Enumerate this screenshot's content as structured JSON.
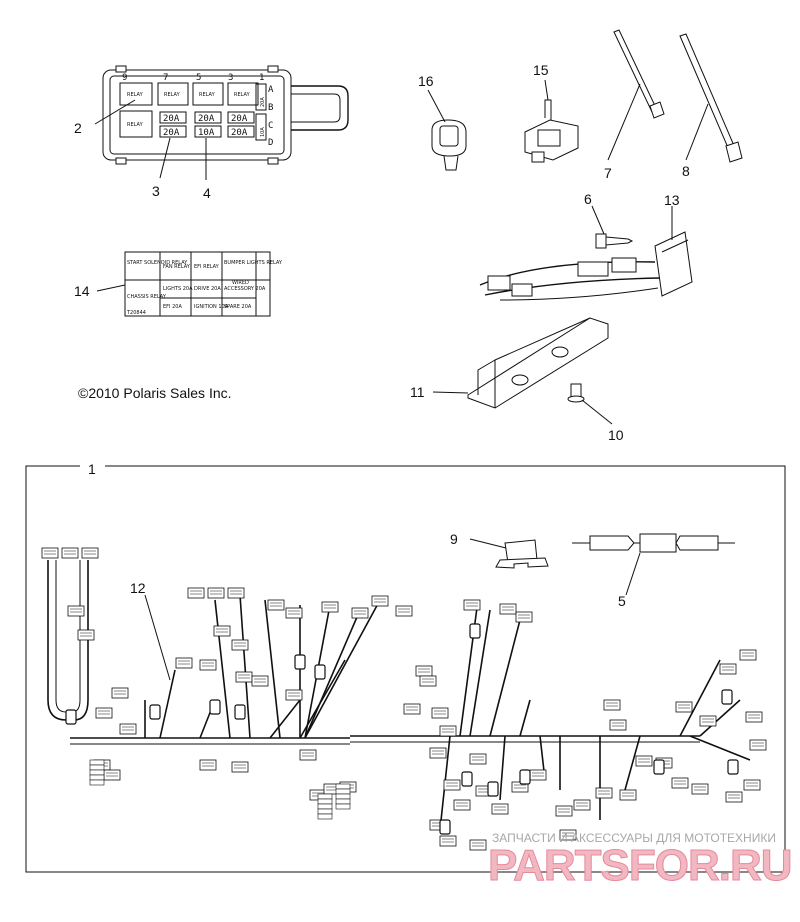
{
  "copyright": "©2010 Polaris Sales Inc.",
  "callouts": [
    {
      "id": "c1",
      "label": "1"
    },
    {
      "id": "c2",
      "label": "2"
    },
    {
      "id": "c3",
      "label": "3"
    },
    {
      "id": "c4",
      "label": "4"
    },
    {
      "id": "c5",
      "label": "5"
    },
    {
      "id": "c6",
      "label": "6"
    },
    {
      "id": "c7",
      "label": "7"
    },
    {
      "id": "c8",
      "label": "8"
    },
    {
      "id": "c9",
      "label": "9"
    },
    {
      "id": "c10",
      "label": "10"
    },
    {
      "id": "c11",
      "label": "11"
    },
    {
      "id": "c12",
      "label": "12"
    },
    {
      "id": "c13",
      "label": "13"
    },
    {
      "id": "c14",
      "label": "14"
    },
    {
      "id": "c15",
      "label": "15"
    },
    {
      "id": "c16",
      "label": "16"
    }
  ],
  "fuse_box": {
    "column_numbers": [
      "9",
      "7",
      "5",
      "3",
      "1"
    ],
    "row_letters": [
      "A",
      "B",
      "C",
      "D"
    ],
    "relay_label": "RELAY",
    "fuse_ratings": [
      "20A",
      "20A",
      "20A",
      "20A",
      "10A",
      "20A"
    ],
    "side_ratings": [
      "20A",
      "10A"
    ]
  },
  "decal": {
    "start_solenoid": "START SOLENOID RELAY",
    "fan_relay": "FAN RELAY",
    "efi_relay": "EFI RELAY",
    "bumper_lights": "BUMPER LIGHTS RELAY",
    "chassis_relay": "CHASSIS RELAY",
    "lights": "LIGHTS 20A",
    "drive": "DRIVE 20A",
    "accessory": "ACCESSORY 20A",
    "efi": "EFI 20A",
    "ignition": "IGNITION 10A",
    "spare": "SPARE 20A",
    "wired": "WIRED",
    "part_no": "T20844"
  },
  "watermark": {
    "tagline": "ЗАПЧАСТИ И АКСЕССУАРЫ ДЛЯ МОТОТЕХНИКИ",
    "brand": "PARTSFOR.RU"
  }
}
